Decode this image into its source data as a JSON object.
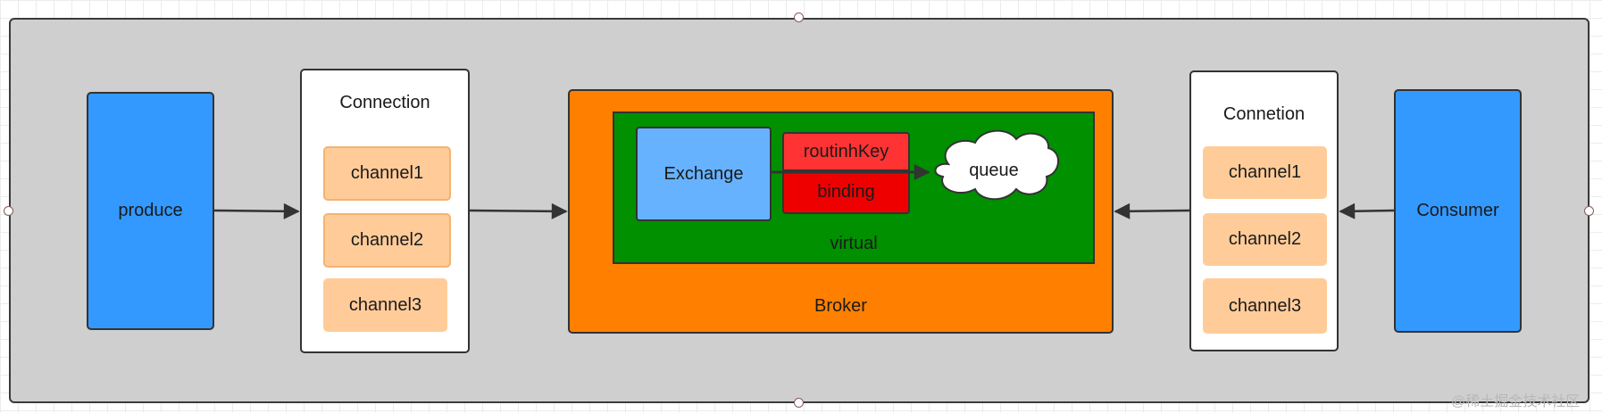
{
  "producer": {
    "label": "produce"
  },
  "producer_connection": {
    "title": "Connection",
    "channels": [
      "channel1",
      "channel2",
      "channel3"
    ]
  },
  "broker": {
    "label": "Broker",
    "virtual_host": {
      "label": "virtual",
      "exchange_label": "Exchange",
      "routing_key_label": "routinhKey",
      "binding_label": "binding",
      "queue_label": "queue"
    }
  },
  "consumer_connection": {
    "title": "Connetion",
    "channels": [
      "channel1",
      "channel2",
      "channel3"
    ]
  },
  "consumer": {
    "label": "Consumer"
  },
  "watermark": "@稀土掘金技术社区",
  "colors": {
    "background_panel": "#cfcfcf",
    "producer_consumer": "#3399ff",
    "channel": "#ffcc99",
    "broker": "#ff8000",
    "virtual_host": "#009000",
    "exchange": "#66b2ff",
    "routing_key": "#ff3333",
    "binding": "#ee0000"
  }
}
